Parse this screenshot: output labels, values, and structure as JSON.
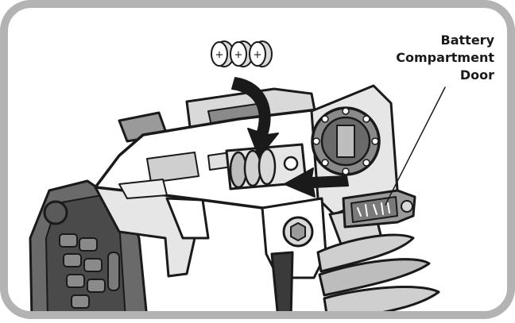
{
  "figure": {
    "kind": "instruction-illustration",
    "subject": "toy blaster battery installation",
    "callout": {
      "lines": [
        "Battery",
        "Compartment",
        "Door"
      ]
    },
    "battery_symbol": "+",
    "battery_count": 3,
    "colors": {
      "frame": "#b3b3b3",
      "outline": "#1a1a1a",
      "light_gray": "#d9d9d9",
      "mid_gray": "#9a9a9a",
      "dark_gray": "#5a5a5a"
    }
  }
}
